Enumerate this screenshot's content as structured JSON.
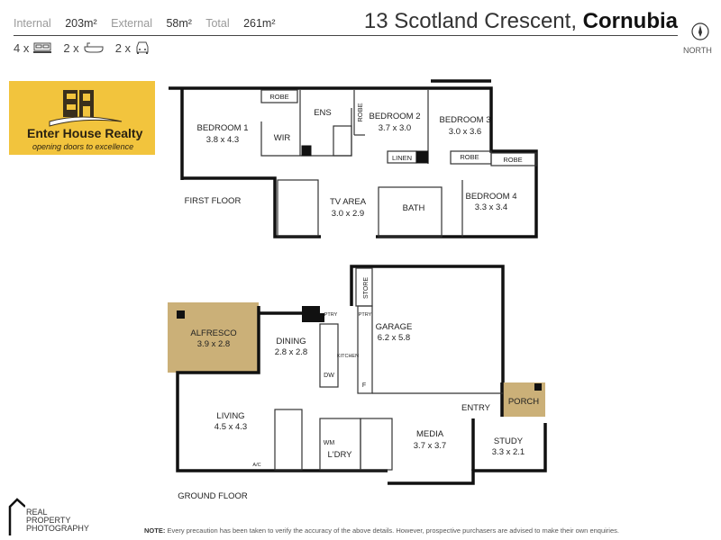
{
  "header": {
    "internal_label": "Internal",
    "internal_value": "203m²",
    "external_label": "External",
    "external_value": "58m²",
    "total_label": "Total",
    "total_value": "261m²",
    "bedrooms": "4 x",
    "bathrooms": "2 x",
    "cars": "2 x",
    "address": "13 Scotland Crescent,",
    "suburb": "Cornubia",
    "north_label": "NORTH"
  },
  "logo": {
    "name": "Enter House Realty",
    "tagline": "opening doors to excellence",
    "monogram": "EH"
  },
  "first_floor": {
    "title": "FIRST FLOOR",
    "rooms": [
      {
        "name": "BEDROOM 1",
        "size": "3.8 x 4.3"
      },
      {
        "name": "BEDROOM 2",
        "size": "3.7 x 3.0"
      },
      {
        "name": "BEDROOM 3",
        "size": "3.0 x 3.6"
      },
      {
        "name": "BEDROOM 4",
        "size": "3.3 x 3.4"
      },
      {
        "name": "TV AREA",
        "size": "3.0 x 2.9"
      }
    ],
    "labels": {
      "robe1": "ROBE",
      "ens": "ENS",
      "robe2": "ROBE",
      "wir": "WIR",
      "linen": "LINEN",
      "robe3": "ROBE",
      "robe4": "ROBE",
      "bath": "BATH"
    }
  },
  "ground_floor": {
    "title": "GROUND FLOOR",
    "rooms": [
      {
        "name": "ALFRESCO",
        "size": "3.9 x 2.8"
      },
      {
        "name": "DINING",
        "size": "2.8 x 2.8"
      },
      {
        "name": "GARAGE",
        "size": "6.2 x 5.8"
      },
      {
        "name": "LIVING",
        "size": "4.5 x 4.3"
      },
      {
        "name": "MEDIA",
        "size": "3.7 x 3.7"
      },
      {
        "name": "STUDY",
        "size": "3.3 x 2.1"
      }
    ],
    "labels": {
      "ptry1": "PTRY",
      "ptry2": "PTRY",
      "kitchen": "KITCHEN",
      "dw": "DW",
      "f": "F",
      "store": "STORE",
      "entry": "ENTRY",
      "porch": "PORCH",
      "wm": "WM",
      "ldry": "L'DRY",
      "ac": "A/C"
    }
  },
  "footer": {
    "brand": [
      "REAL",
      "PROPERTY",
      "PHOTOGRAPHY"
    ],
    "note_label": "NOTE:",
    "note": "Every precaution has been taken to verify the accuracy of the above details. However, prospective purchasers are advised to make their own enquiries."
  },
  "colors": {
    "outdoor": "#cbb078",
    "logo_bg": "#f2c43d",
    "wall": "#111111"
  }
}
